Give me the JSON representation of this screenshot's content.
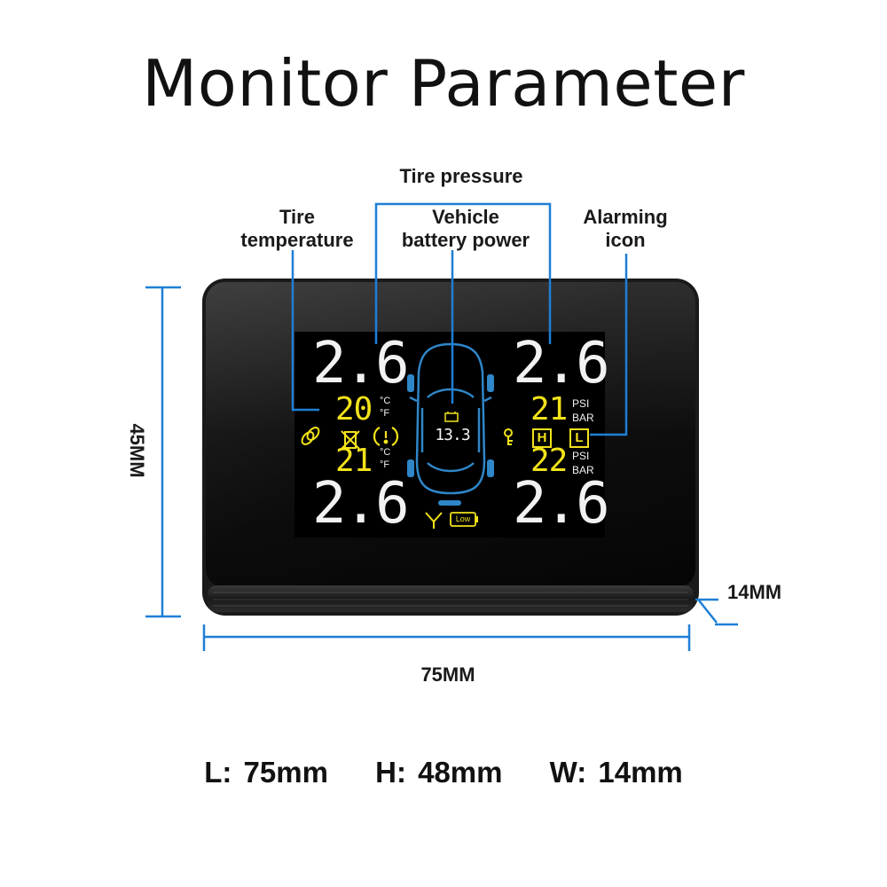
{
  "title": "Monitor Parameter",
  "callouts": {
    "tire_pressure": "Tire pressure",
    "tire_temperature_line1": "Tire",
    "tire_temperature_line2": "temperature",
    "battery_line1": "Vehicle",
    "battery_line2": "battery power",
    "alarm_line1": "Alarming",
    "alarm_line2": "icon"
  },
  "dimensions": {
    "height": "45MM",
    "length": "75MM",
    "width": "14MM"
  },
  "specs": {
    "length": "L: 75mm",
    "height": "H: 48mm",
    "width": "W: 14mm"
  },
  "display": {
    "front_left_pressure": "2.6",
    "front_right_pressure": "2.6",
    "rear_left_pressure": "2.6",
    "rear_right_pressure": "2.6",
    "front_left_temp": "20",
    "rear_left_temp": "21",
    "front_right_temp": "21",
    "rear_right_temp": "22",
    "temp_unit_c": "°C",
    "temp_unit_f": "°F",
    "pressure_unit_psi": "PSI",
    "pressure_unit_bar": "BAR",
    "battery_voltage": "13.3",
    "high_indicator": "H",
    "low_indicator": "L",
    "low_battery_label": "Low"
  },
  "colors": {
    "accent_blue": "#1e7fd6",
    "lcd_yellow": "#f2e21a",
    "lcd_white": "#f2f2f2",
    "car_outline": "#2f86c8"
  }
}
